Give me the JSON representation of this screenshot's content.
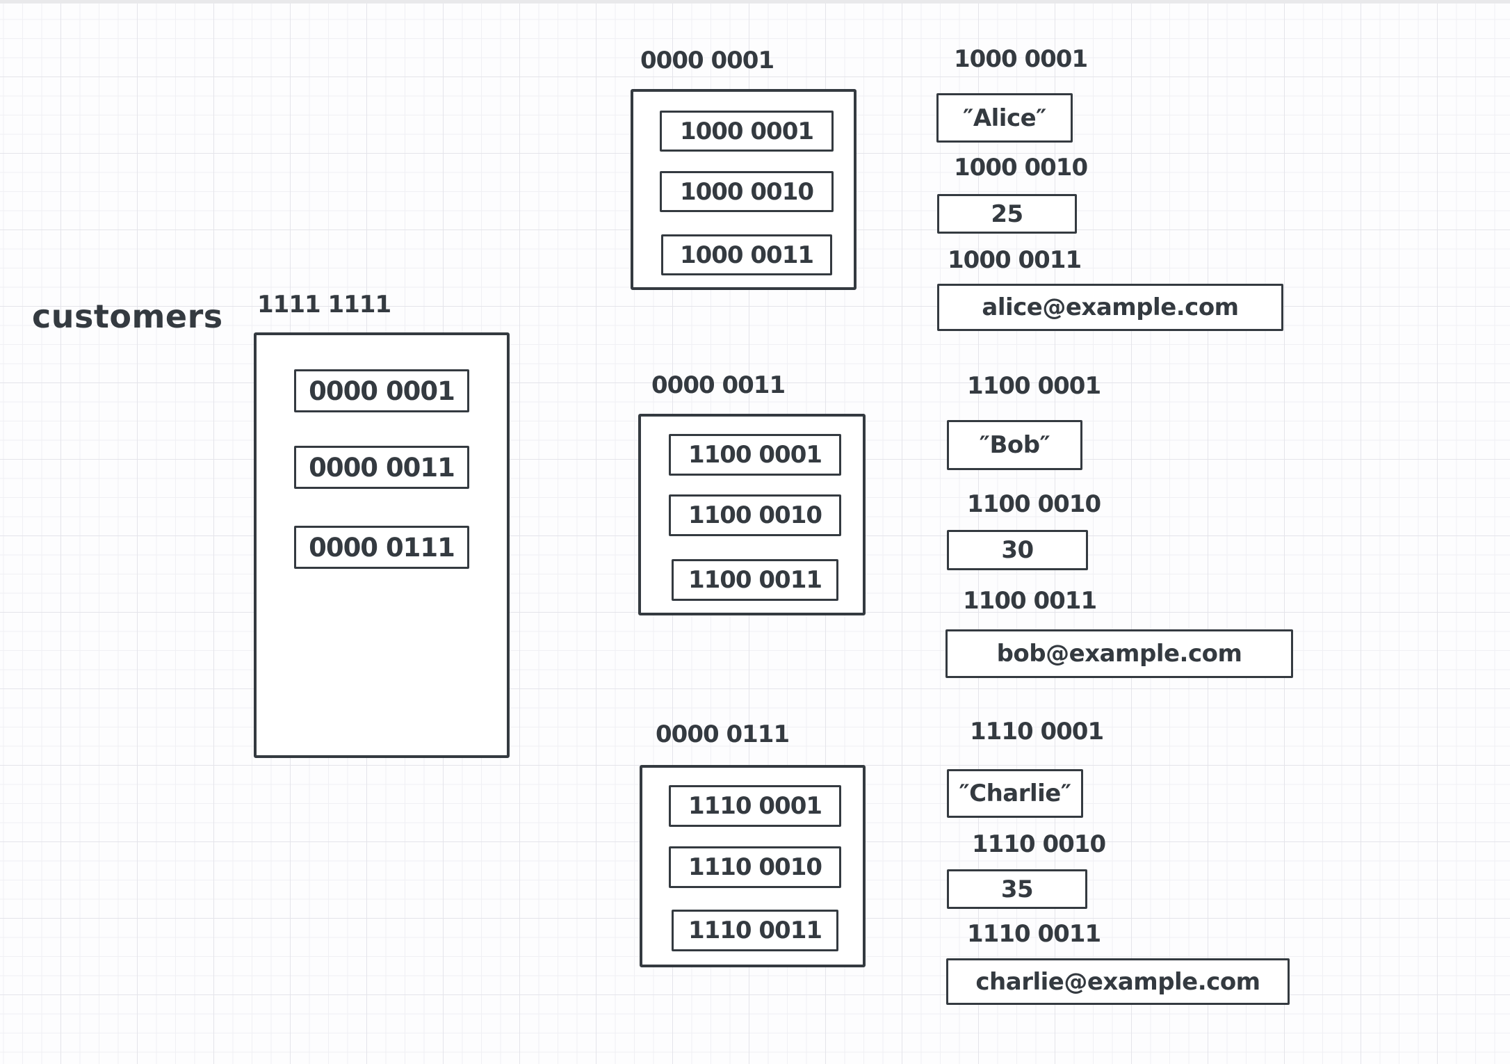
{
  "canvas": {
    "stroke_color": "#343a40",
    "background": "#fdfdfe",
    "grid_minor_color": "#f0f0f4",
    "grid_major_color": "#e4e4ea",
    "fill_color": "#ffffff"
  },
  "title": "customers",
  "pointer_block": {
    "address": "1111 1111",
    "cells": [
      "0000 0001",
      "0000 0011",
      "0000 0111"
    ]
  },
  "records": [
    {
      "address": "0000 0001",
      "cells": [
        "1000 0001",
        "1000 0010",
        "1000 0011"
      ],
      "fields": [
        {
          "address": "1000 0001",
          "value": "″Alice″"
        },
        {
          "address": "1000 0010",
          "value": "25"
        },
        {
          "address": "1000 0011",
          "value": "alice@example.com"
        }
      ]
    },
    {
      "address": "0000 0011",
      "cells": [
        "1100 0001",
        "1100 0010",
        "1100 0011"
      ],
      "fields": [
        {
          "address": "1100 0001",
          "value": "″Bob″"
        },
        {
          "address": "1100 0010",
          "value": "30"
        },
        {
          "address": "1100 0011",
          "value": "bob@example.com"
        }
      ]
    },
    {
      "address": "0000 0111",
      "cells": [
        "1110 0001",
        "1110 0010",
        "1110 0011"
      ],
      "fields": [
        {
          "address": "1110 0001",
          "value": "″Charlie″"
        },
        {
          "address": "1110 0010",
          "value": "35"
        },
        {
          "address": "1110 0011",
          "value": "charlie@example.com"
        }
      ]
    }
  ]
}
